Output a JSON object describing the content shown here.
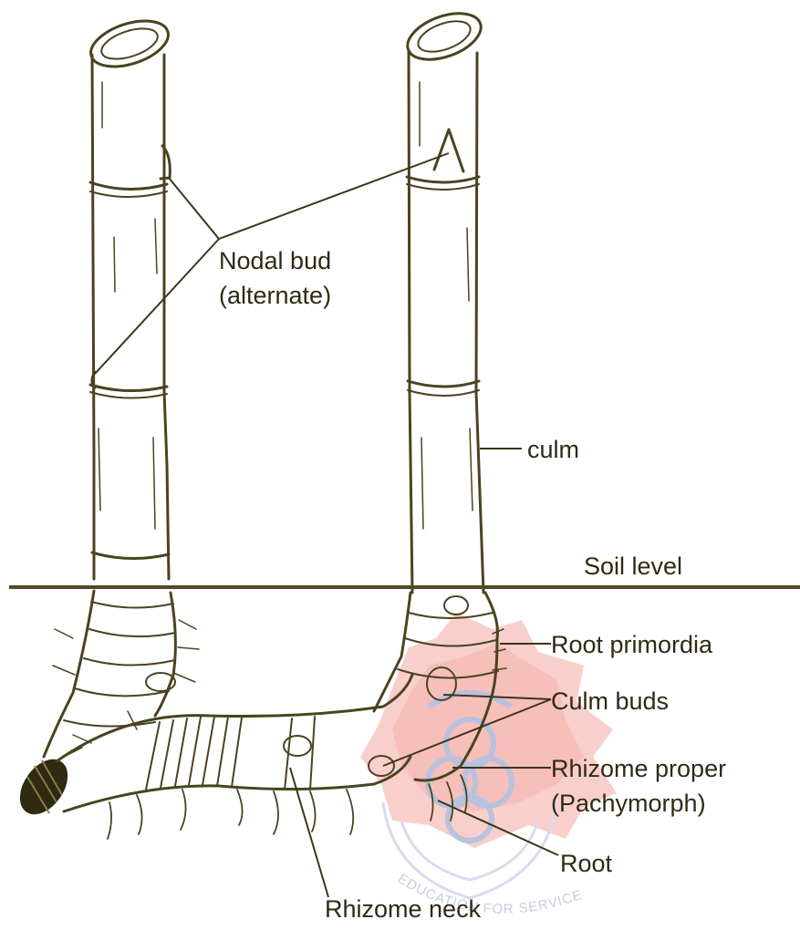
{
  "labels": {
    "nodal_bud": "Nodal bud",
    "alternate": "(alternate)",
    "culm": "culm",
    "soil_level": "Soil level",
    "root_primordia": "Root primordia",
    "culm_buds": "Culm buds",
    "rhizome_proper": "Rhizome proper",
    "pachymorph": "(Pachymorph)",
    "root": "Root",
    "rhizome_neck": "Rhizome neck"
  },
  "watermark": {
    "text": "EDUCATION FOR SERVICE"
  },
  "colors": {
    "ink": "#4a4320",
    "soil_line": "#514a26",
    "watermark_red": "#e8443a",
    "watermark_blue": "#7f8fc4"
  }
}
